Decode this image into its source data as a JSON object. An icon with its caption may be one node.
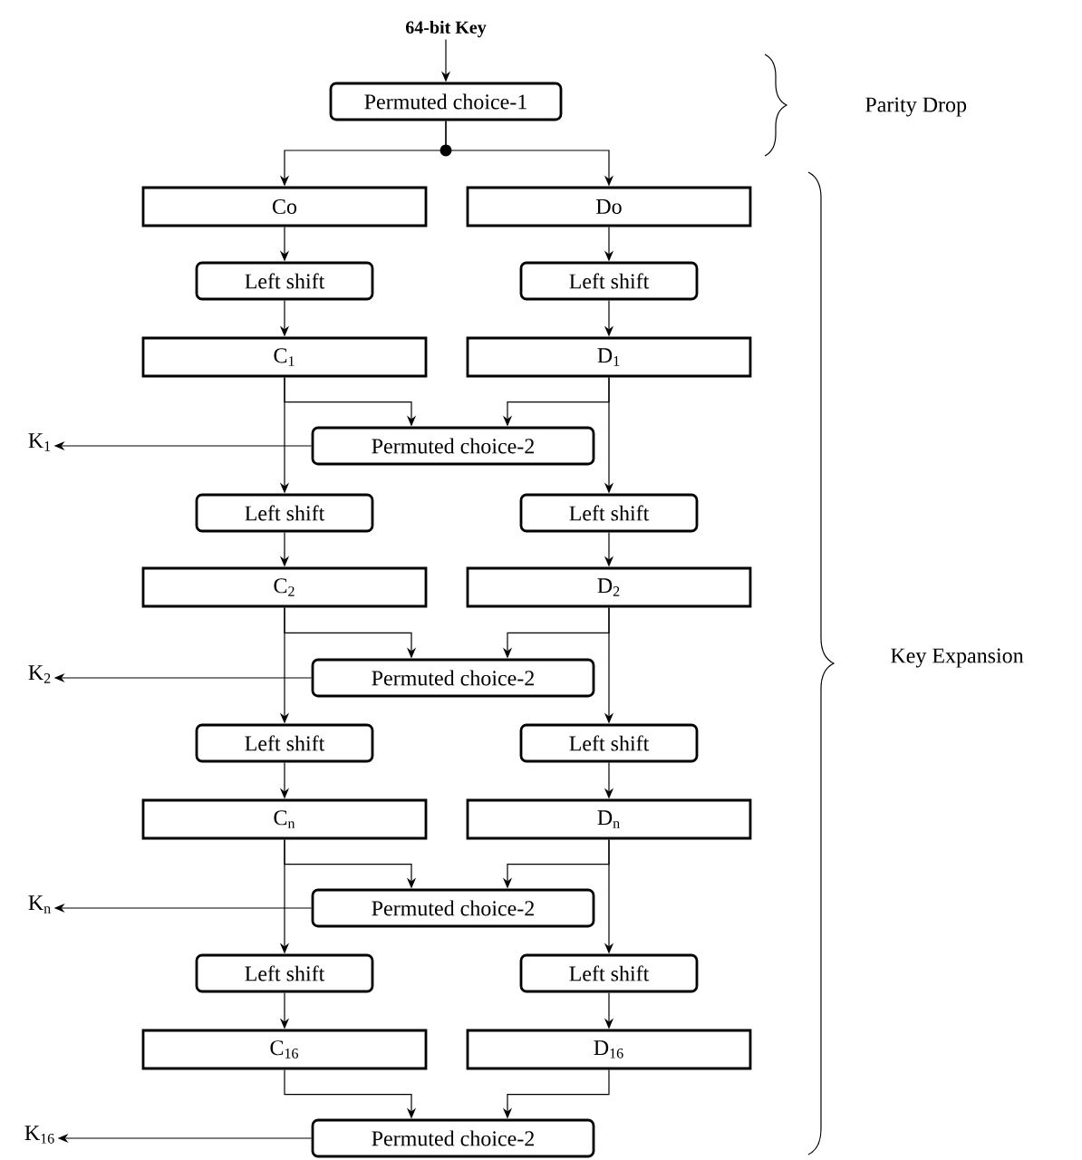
{
  "diagram": {
    "nodes": [
      {
        "text": [
          "64-bit Key"
        ]
      },
      {
        "text": [
          "Permuted choice-1"
        ]
      },
      {
        "text": [
          "Co"
        ]
      },
      {
        "text": [
          "Do"
        ]
      },
      {
        "text": [
          "Left shift"
        ]
      },
      {
        "text": [
          "Left shift"
        ]
      },
      {
        "text": [
          "C$_{1}$"
        ]
      },
      {
        "text": [
          "D$_{1}$"
        ]
      },
      {
        "text": [
          "K$_{1}$"
        ]
      },
      {
        "text": [
          "Permuted choice-2"
        ]
      },
      {
        "text": [
          "Left shift"
        ]
      },
      {
        "text": [
          "Left shift"
        ]
      },
      {
        "text": [
          "C$_{2}$"
        ]
      },
      {
        "text": [
          "D$_{2}$"
        ]
      },
      {
        "text": [
          "K$_{2}$"
        ]
      },
      {
        "text": [
          "Permuted choice-2"
        ]
      },
      {
        "text": [
          "Left shift"
        ]
      },
      {
        "text": [
          "Left shift"
        ]
      },
      {
        "text": [
          "C$_{n}$"
        ]
      },
      {
        "text": [
          "D$_{n}$"
        ]
      },
      {
        "text": [
          "K$_{n}$"
        ]
      },
      {
        "text": [
          "Permuted choice-2"
        ]
      },
      {
        "text": [
          "Left shift"
        ]
      },
      {
        "text": [
          "Left shift"
        ]
      },
      {
        "text": [
          "C$_{16}$"
        ]
      },
      {
        "text": [
          "D$_{16}$"
        ]
      },
      {
        "text": [
          "K$_{16}$"
        ]
      },
      {
        "text": [
          "Permuted choice-2"
        ]
      }
    ],
    "edges": [
      {
        "from": 0,
        "to": 1,
        "arrow": "to"
      },
      {
        "from": 1,
        "to": 2,
        "arrow": "to"
      },
      {
        "from": 1,
        "to": 3,
        "arrow": "to"
      },
      {
        "from": 2,
        "to": 4,
        "arrow": "to"
      },
      {
        "from": 3,
        "to": 5,
        "arrow": "to"
      },
      {
        "from": 4,
        "to": 6,
        "arrow": "to"
      },
      {
        "from": 5,
        "to": 7,
        "arrow": "to"
      },
      {
        "from": 6,
        "to": 9,
        "arrow": "to"
      },
      {
        "from": 7,
        "to": 9,
        "arrow": "to"
      },
      {
        "from": 9,
        "to": 8,
        "arrow": "to"
      },
      {
        "from": 6,
        "to": 10,
        "arrow": "to"
      },
      {
        "from": 7,
        "to": 11,
        "arrow": "to"
      },
      {
        "from": 10,
        "to": 12,
        "arrow": "to"
      },
      {
        "from": 11,
        "to": 13,
        "arrow": "to"
      },
      {
        "from": 12,
        "to": 15,
        "arrow": "to"
      },
      {
        "from": 13,
        "to": 15,
        "arrow": "to"
      },
      {
        "from": 15,
        "to": 14,
        "arrow": "to"
      },
      {
        "from": 12,
        "to": 16,
        "arrow": "to"
      },
      {
        "from": 13,
        "to": 17,
        "arrow": "to"
      },
      {
        "from": 16,
        "to": 18,
        "arrow": "to"
      },
      {
        "from": 17,
        "to": 19,
        "arrow": "to"
      },
      {
        "from": 18,
        "to": 21,
        "arrow": "to"
      },
      {
        "from": 19,
        "to": 21,
        "arrow": "to"
      },
      {
        "from": 21,
        "to": 20,
        "arrow": "to"
      },
      {
        "from": 18,
        "to": 22,
        "arrow": "to"
      },
      {
        "from": 19,
        "to": 23,
        "arrow": "to"
      },
      {
        "from": 22,
        "to": 24,
        "arrow": "to"
      },
      {
        "from": 23,
        "to": 25,
        "arrow": "to"
      },
      {
        "from": 24,
        "to": 27,
        "arrow": "to"
      },
      {
        "from": 25,
        "to": 27,
        "arrow": "to"
      },
      {
        "from": 27,
        "to": 26,
        "arrow": "to"
      }
    ],
    "labels": [
      "Parity Drop",
      "Key Expansion"
    ]
  }
}
